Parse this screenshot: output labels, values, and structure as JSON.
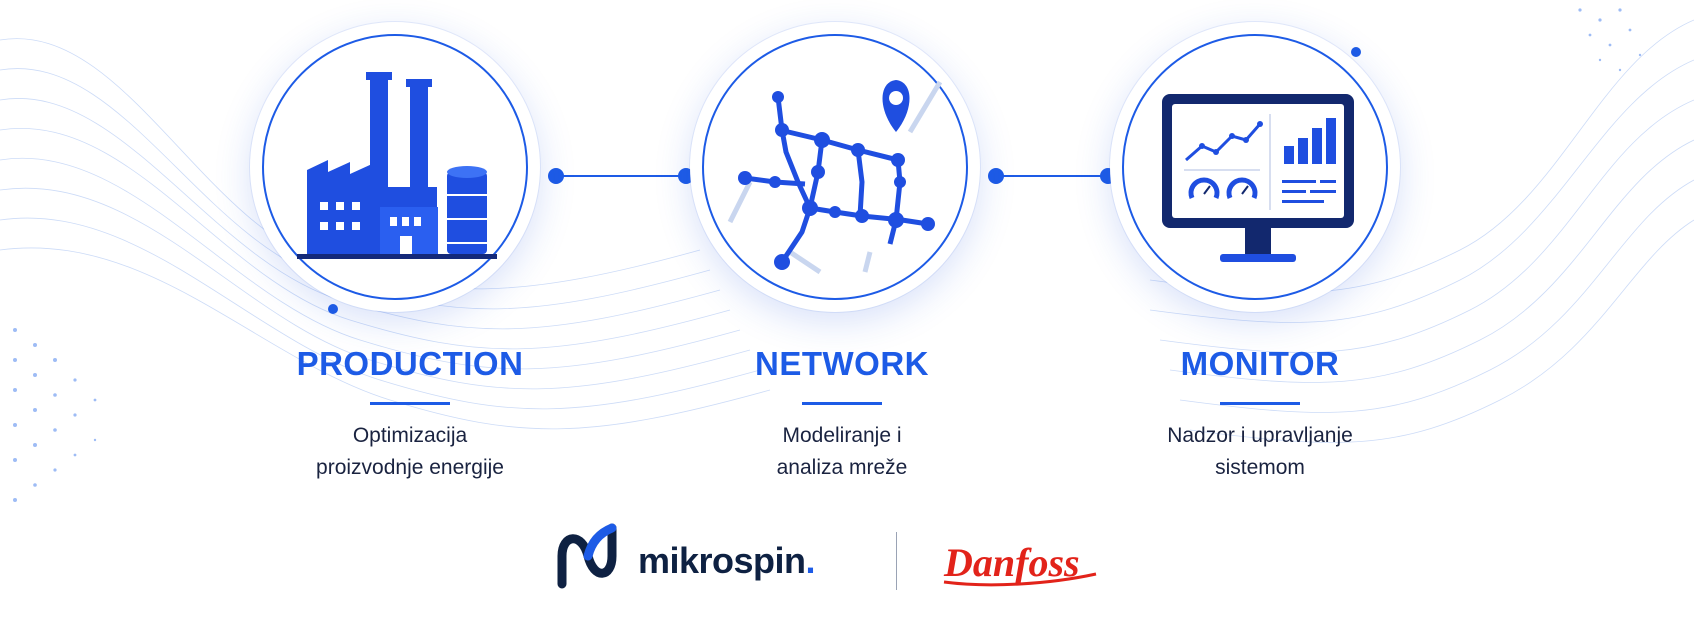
{
  "steps": [
    {
      "title": "PRODUCTION",
      "desc_line1": "Optimizacija",
      "desc_line2": "proizvodnje energije",
      "icon": "factory-icon"
    },
    {
      "title": "NETWORK",
      "desc_line1": "Modeliranje i",
      "desc_line2": "analiza mreže",
      "icon": "network-map-icon"
    },
    {
      "title": "MONITOR",
      "desc_line1": "Nadzor i upravljanje",
      "desc_line2": "sistemom",
      "icon": "monitor-dashboard-icon"
    }
  ],
  "logos": {
    "mikrospin_name": "mikrospin",
    "mikrospin_dot": ".",
    "danfoss_logo": "Danfoss"
  },
  "colors": {
    "accent": "#1d5be6",
    "dark_text": "#1a2340",
    "danfoss_red": "#e2231a"
  }
}
